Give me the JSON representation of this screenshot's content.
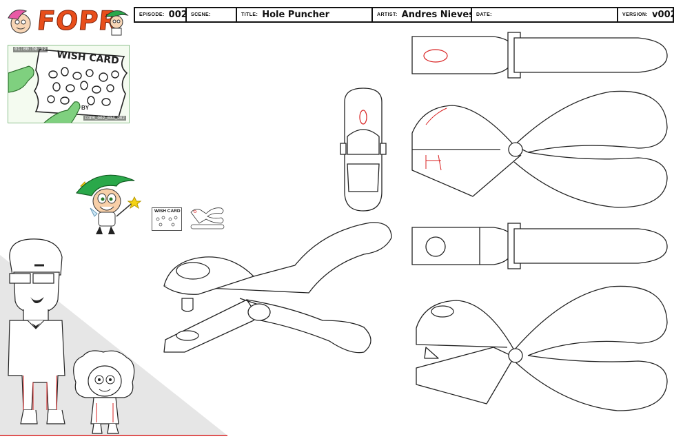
{
  "logo": {
    "text": "FOPR"
  },
  "header": {
    "episode_label": "EPISODE:",
    "episode": "002",
    "scene_label": "SCENE:",
    "scene": "",
    "title_label": "TITLE:",
    "title": "Hole Puncher",
    "artist_label": "ARTIST:",
    "artist": "Andres Nieves",
    "date_label": "DATE:",
    "date": "",
    "version_label": "VERSION:",
    "version": "v002"
  },
  "thumbnail": {
    "timecode": "01:00:50:12",
    "shot_id": "FOPR_002_034_002",
    "card_text": "WISH CARD",
    "card_subtext": "BY"
  },
  "mini_reference": {
    "text": "WISH CARD"
  },
  "colors": {
    "line": "#1a1a1a",
    "red": "#d82020",
    "logo": "#e84e1b",
    "green": "#3aa64a",
    "hair": "#1f8a3a"
  }
}
